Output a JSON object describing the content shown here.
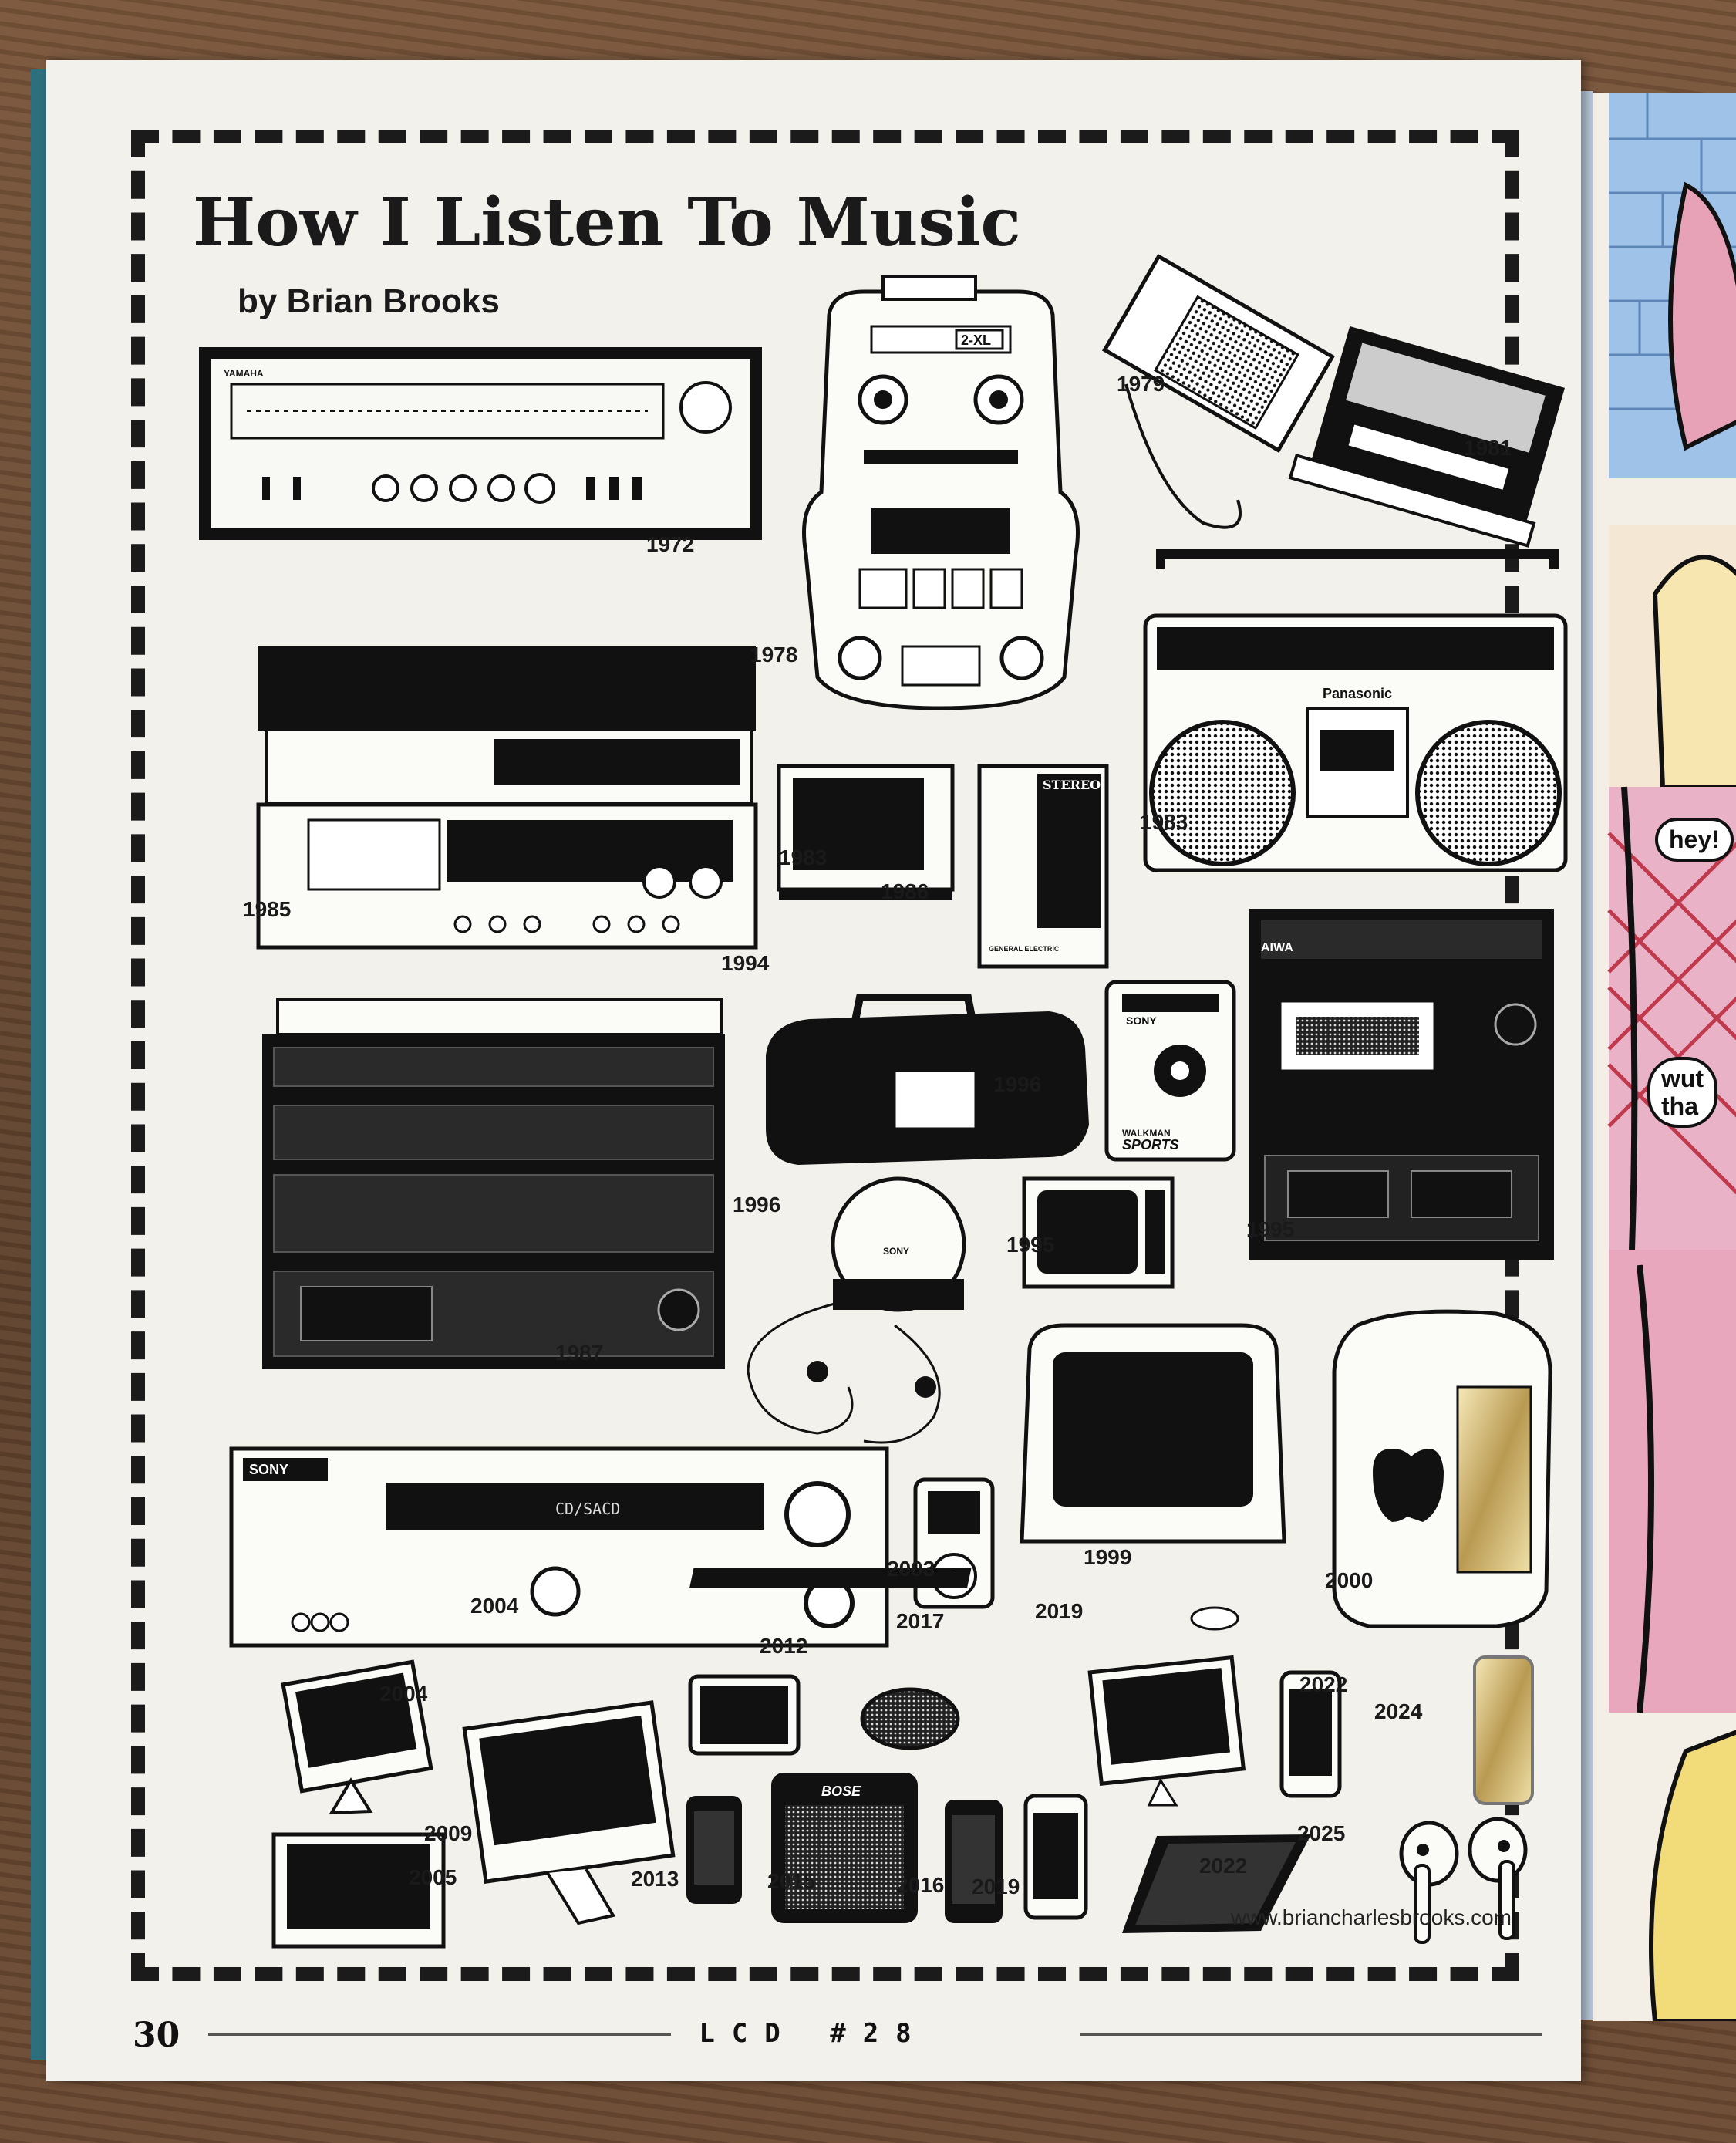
{
  "article": {
    "title": "How I Listen To Music",
    "byline": "by Brian Brooks",
    "website": "www.briancharlesbrooks.com"
  },
  "footer": {
    "page_number": "30",
    "magazine": "LCD #28"
  },
  "device_years": {
    "y1972": "1972",
    "y1978": "1978",
    "y1979": "1979",
    "y1981": "1981",
    "y1983_tv": "1983",
    "y1983_boombox": "1983",
    "y1985": "1985",
    "y1986": "1986",
    "y1987": "1987",
    "y1994": "1994",
    "y1995_tv": "1995",
    "y1995_stereo": "1995",
    "y1996_walkman": "1996",
    "y1996_discman": "1996",
    "y1999": "1999",
    "y2000": "2000",
    "y2003": "2003",
    "y2004_receiver": "2004",
    "y2004_imac": "2004",
    "y2005": "2005",
    "y2009": "2009",
    "y2012": "2012",
    "y2013": "2013",
    "y2015": "2015",
    "y2016": "2016",
    "y2017": "2017",
    "y2019_phone": "2019",
    "y2019_imac": "2019",
    "y2022_phone": "2022",
    "y2022_tablet": "2022",
    "y2024": "2024",
    "y2025": "2025"
  },
  "device_text": {
    "receiver_1972_brand": "YAMAHA",
    "robot_badge": "2-XL",
    "boombox_1983_brand": "Panasonic",
    "stereo_1986_label": "STEREO",
    "stereo_1986_brand": "GENERAL ELECTRIC",
    "walkman_brand": "SONY",
    "walkman_model": "WALKMAN",
    "walkman_sports": "SPORTS",
    "discman_brand": "SONY",
    "stereo_1995_brand": "AIWA",
    "receiver_2004_brand": "SONY",
    "receiver_2004_display": "CD/SACD",
    "speaker_2015_brand": "BOSE",
    "comic_bubble_1": "hey!",
    "comic_bubble_2a": "wut",
    "comic_bubble_2b": "tha"
  }
}
